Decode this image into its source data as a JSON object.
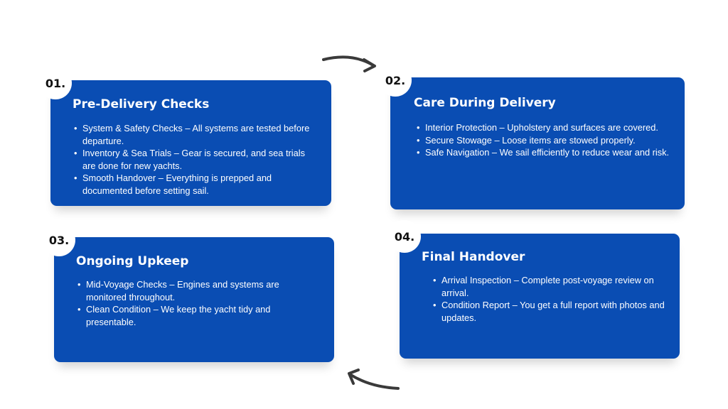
{
  "steps": [
    {
      "number": "01.",
      "title": "Pre-Delivery Checks",
      "items": [
        "System & Safety Checks – All systems are tested before departure.",
        "Inventory & Sea Trials – Gear is secured, and sea trials are done for new yachts.",
        "Smooth Handover – Everything is prepped and documented before setting sail."
      ]
    },
    {
      "number": "02.",
      "title": "Care During Delivery",
      "items": [
        "Interior Protection – Upholstery and surfaces are covered.",
        "Secure Stowage – Loose items are stowed properly.",
        "Safe Navigation – We sail efficiently to reduce wear and risk."
      ]
    },
    {
      "number": "03.",
      "title": "Ongoing Upkeep",
      "items": [
        "Mid-Voyage Checks – Engines and systems are monitored throughout.",
        "Clean Condition – We keep the yacht tidy and presentable."
      ]
    },
    {
      "number": "04.",
      "title": "Final Handover",
      "items": [
        "Arrival Inspection – Complete post-voyage review on arrival.",
        "Condition Report – You get a full report with photos and updates."
      ]
    }
  ],
  "colors": {
    "card": "#0a4db3",
    "text": "#ffffff",
    "number": "#111111",
    "arrow": "#3a3a3a"
  }
}
